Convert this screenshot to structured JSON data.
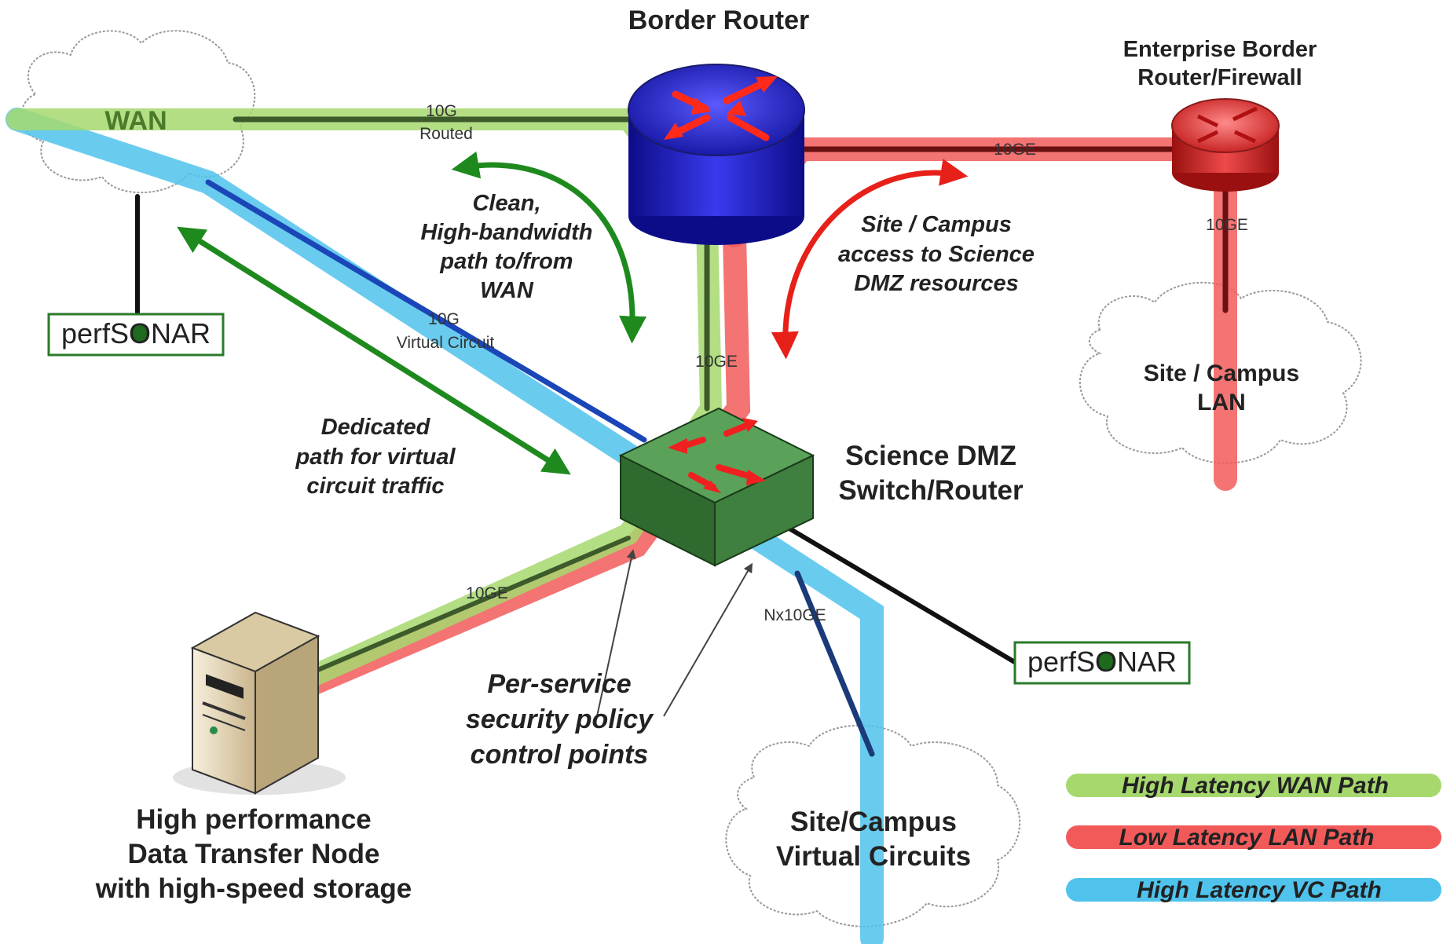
{
  "nodes": {
    "border_router": "Border Router",
    "enterprise_border": [
      "Enterprise Border",
      "Router/Firewall"
    ],
    "wan_cloud": "WAN",
    "science_dmz": [
      "Science DMZ",
      "Switch/Router"
    ],
    "site_lan": [
      "Site / Campus",
      "LAN"
    ],
    "site_vc": [
      "Site/Campus",
      "Virtual Circuits"
    ],
    "dtn": [
      "High performance",
      "Data Transfer Node",
      "with high-speed storage"
    ],
    "perfsonar_left": "perfSONAR",
    "perfsonar_right": "perfSONAR"
  },
  "links": {
    "wan_border_top": "10G",
    "wan_border_bottom": "Routed",
    "border_enterprise": "10GE",
    "enterprise_lan": "10GE",
    "vc_top": "10G",
    "vc_bottom": "Virtual Circuit",
    "border_dmz": "10GE",
    "dmz_dtn": "10GE",
    "dmz_vc": "Nx10GE"
  },
  "annotations": {
    "clean_path": [
      "Clean,",
      "High-bandwidth",
      "path to/from",
      "WAN"
    ],
    "site_access": [
      "Site / Campus",
      "access to Science",
      "DMZ resources"
    ],
    "dedicated": [
      "Dedicated",
      "path for virtual",
      "circuit traffic"
    ],
    "policy": [
      "Per-service",
      "security policy",
      "control points"
    ]
  },
  "legend": [
    {
      "label": "High Latency WAN Path",
      "color": "#a6d86e"
    },
    {
      "label": "Low Latency LAN Path",
      "color": "#f25a5a"
    },
    {
      "label": "High Latency VC Path",
      "color": "#4fc3ec"
    }
  ],
  "colors": {
    "wan_path": "#a6d86e",
    "lan_path": "#f25a5a",
    "vc_path": "#4fc3ec",
    "arrow_green": "#1e8a1e",
    "arrow_red": "#e8201a",
    "router_blue": "#2a2adf",
    "firewall_red": "#e83838",
    "switch_green": "#3f8a3f"
  }
}
